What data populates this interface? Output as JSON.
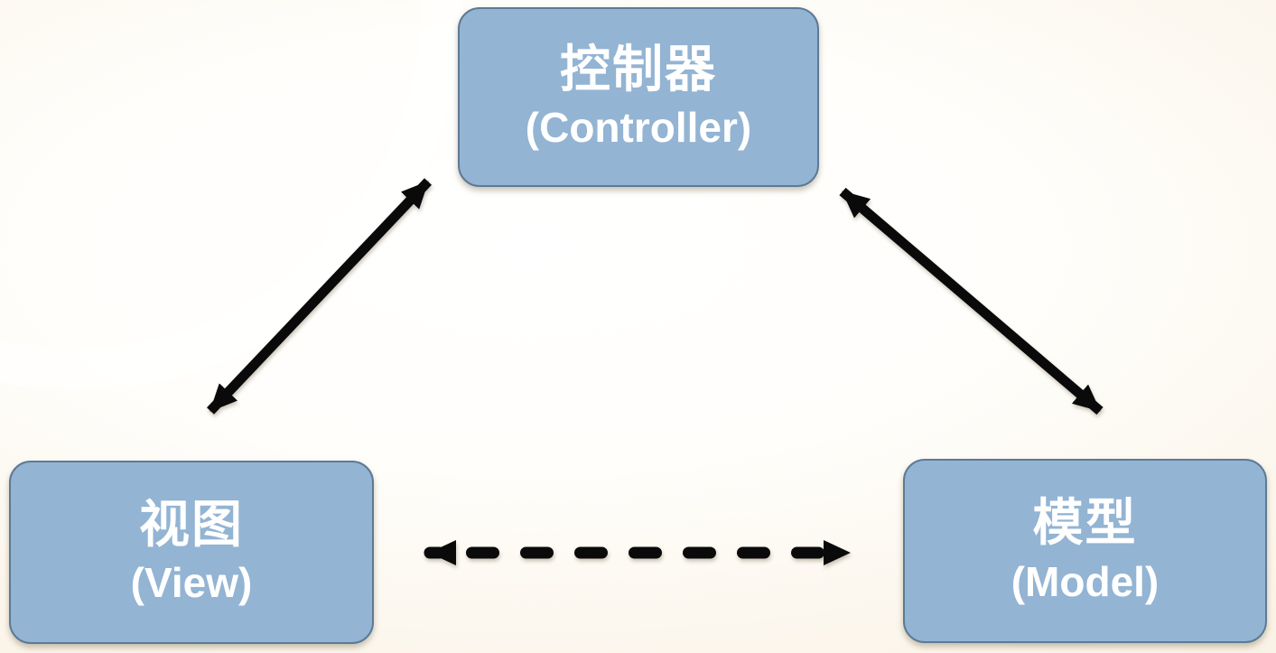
{
  "diagram": {
    "title_implied": "MVC pattern",
    "nodes": [
      {
        "id": "controller",
        "label_zh": "控制器",
        "label_en": "(Controller)"
      },
      {
        "id": "view",
        "label_zh": "视图",
        "label_en": "(View)"
      },
      {
        "id": "model",
        "label_zh": "模型",
        "label_en": "(Model)"
      }
    ],
    "connections": [
      {
        "from": "view",
        "to": "controller",
        "style": "solid",
        "bidirectional": true
      },
      {
        "from": "controller",
        "to": "model",
        "style": "solid",
        "bidirectional": true
      },
      {
        "from": "view",
        "to": "model",
        "style": "dashed",
        "bidirectional": true
      }
    ],
    "colors": {
      "node_fill": "#93B4D3",
      "node_border": "#5C7A96",
      "node_text": "#FFFFFF",
      "arrow": "#0A0A0A",
      "background_center": "#FFFFFF",
      "background_edge": "#F3E9D7"
    }
  }
}
